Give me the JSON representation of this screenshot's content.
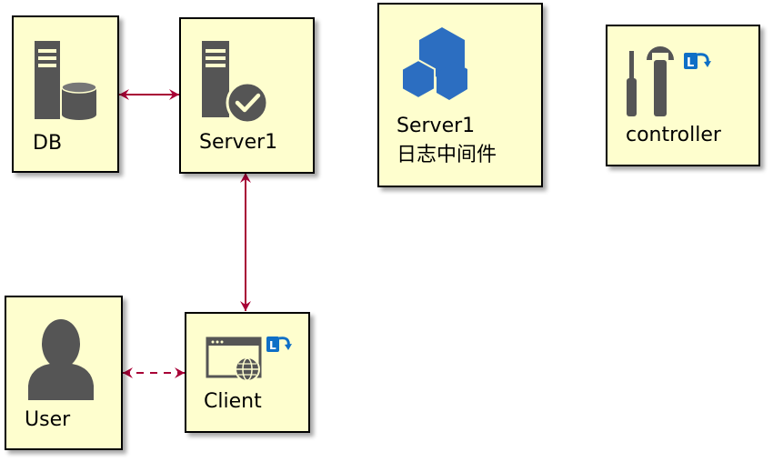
{
  "nodes": {
    "db": {
      "label": "DB",
      "icon": "database-server-icon"
    },
    "server1": {
      "label": "Server1",
      "icon": "server-check-icon"
    },
    "middleware": {
      "label_line1": "Server1",
      "label_line2": "日志中间件",
      "icon": "azure-cubes-icon"
    },
    "controller": {
      "label": "controller",
      "icon": "tools-icon"
    },
    "user": {
      "label": "User",
      "icon": "user-icon"
    },
    "client": {
      "label": "Client",
      "icon": "web-browser-icon"
    }
  },
  "edges": [
    {
      "from": "DB",
      "to": "Server1",
      "style": "solid",
      "direction": "both"
    },
    {
      "from": "Server1",
      "to": "Client",
      "style": "solid",
      "direction": "both"
    },
    {
      "from": "User",
      "to": "Client",
      "style": "dashed",
      "direction": "both"
    }
  ],
  "colors": {
    "node_fill": "#FEFECE",
    "node_border": "#000000",
    "edge": "#A80036",
    "icon_gray": "#555555",
    "icon_blue": "#2C6EC1",
    "badge_blue": "#0F6FC6"
  }
}
